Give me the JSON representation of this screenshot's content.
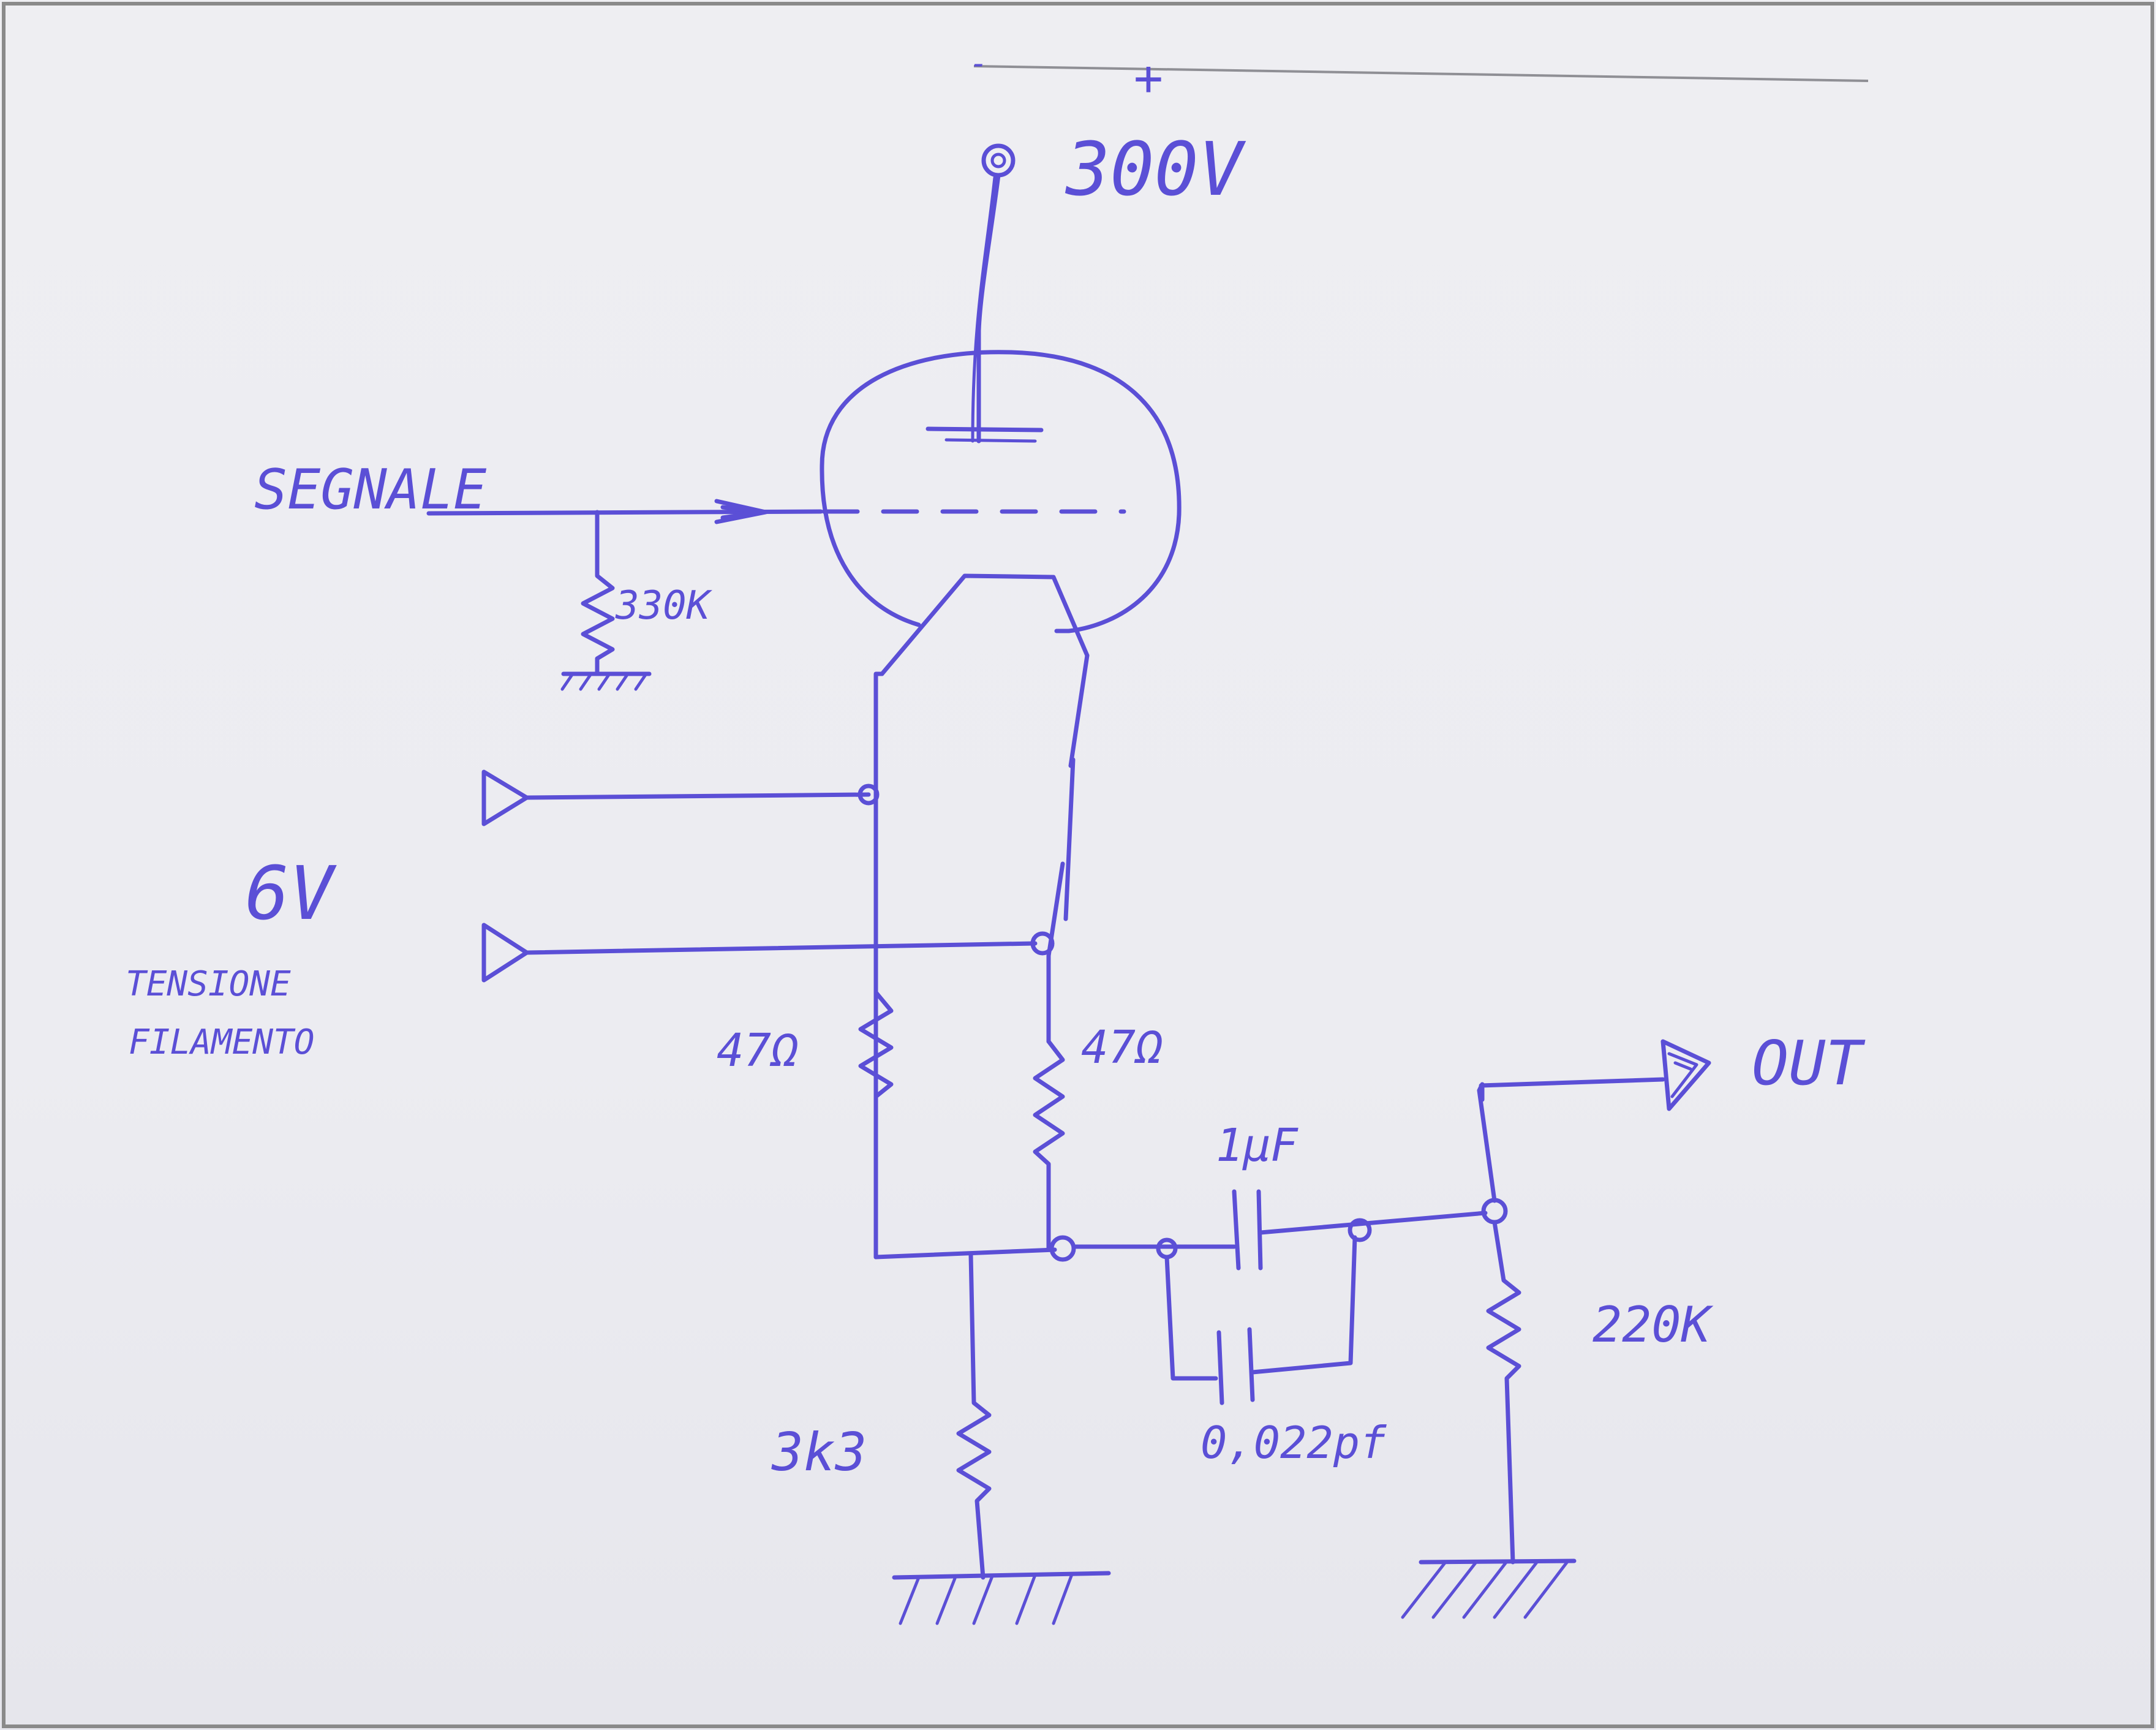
{
  "colors": {
    "ink": "#5b4fd6",
    "paper": "#ececf1",
    "border": "#8a8a8a"
  },
  "labels": {
    "supply_polarity_plus": "+",
    "supply_polarity_minus": "-",
    "supply_voltage": "300V",
    "input_signal": "SEGNALE",
    "grid_resistor": "330K",
    "filament_voltage": "6V",
    "filament_caption_line1": "TENSIONE",
    "filament_caption_line2": "FILAMENTO",
    "resistor_left": "47Ω",
    "resistor_right": "47Ω",
    "cathode_resistor": "3k3",
    "coupling_capacitor": "1µF",
    "bypass_capacitor": "0,022pf",
    "output_resistor": "220K",
    "output": "OUT"
  }
}
